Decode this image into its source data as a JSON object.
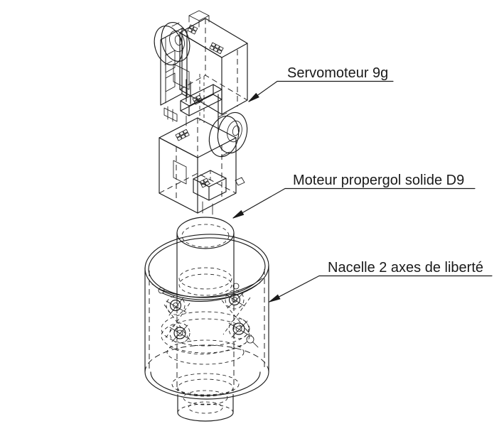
{
  "figure": {
    "type": "technical-drawing",
    "background_color": "#ffffff",
    "line_color": "#1a1a1a",
    "callouts": [
      {
        "label": "Servomoteur 9g"
      },
      {
        "label": "Moteur propergol solide D9"
      },
      {
        "label": "Nacelle 2 axes de liberté"
      }
    ]
  }
}
